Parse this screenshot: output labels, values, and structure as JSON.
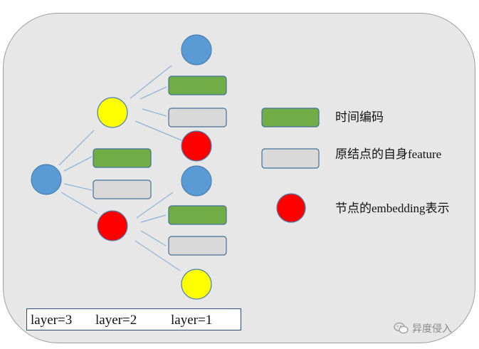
{
  "legend": {
    "time_encoding": "时间编码",
    "raw_feature_prefix": "原结点的自身",
    "raw_feature_suffix": "feature",
    "node_embedding_prefix": "节点的",
    "node_embedding_mid": "embedding",
    "node_embedding_suffix": "表示"
  },
  "layers": {
    "layer3": "layer=3",
    "layer2": "layer=2",
    "layer1": "layer=1"
  },
  "watermark": {
    "text": "异度侵入",
    "icon": "wechat-icon"
  },
  "colors": {
    "blue_node": "#5b9bd5",
    "yellow_node": "#ffff00",
    "red_node": "#ff0000",
    "time_encoding_bar": "#70ad47",
    "feature_bar": "#d9d9d9",
    "edge": "#8fb4d9",
    "panel": "#e7e7e7"
  }
}
